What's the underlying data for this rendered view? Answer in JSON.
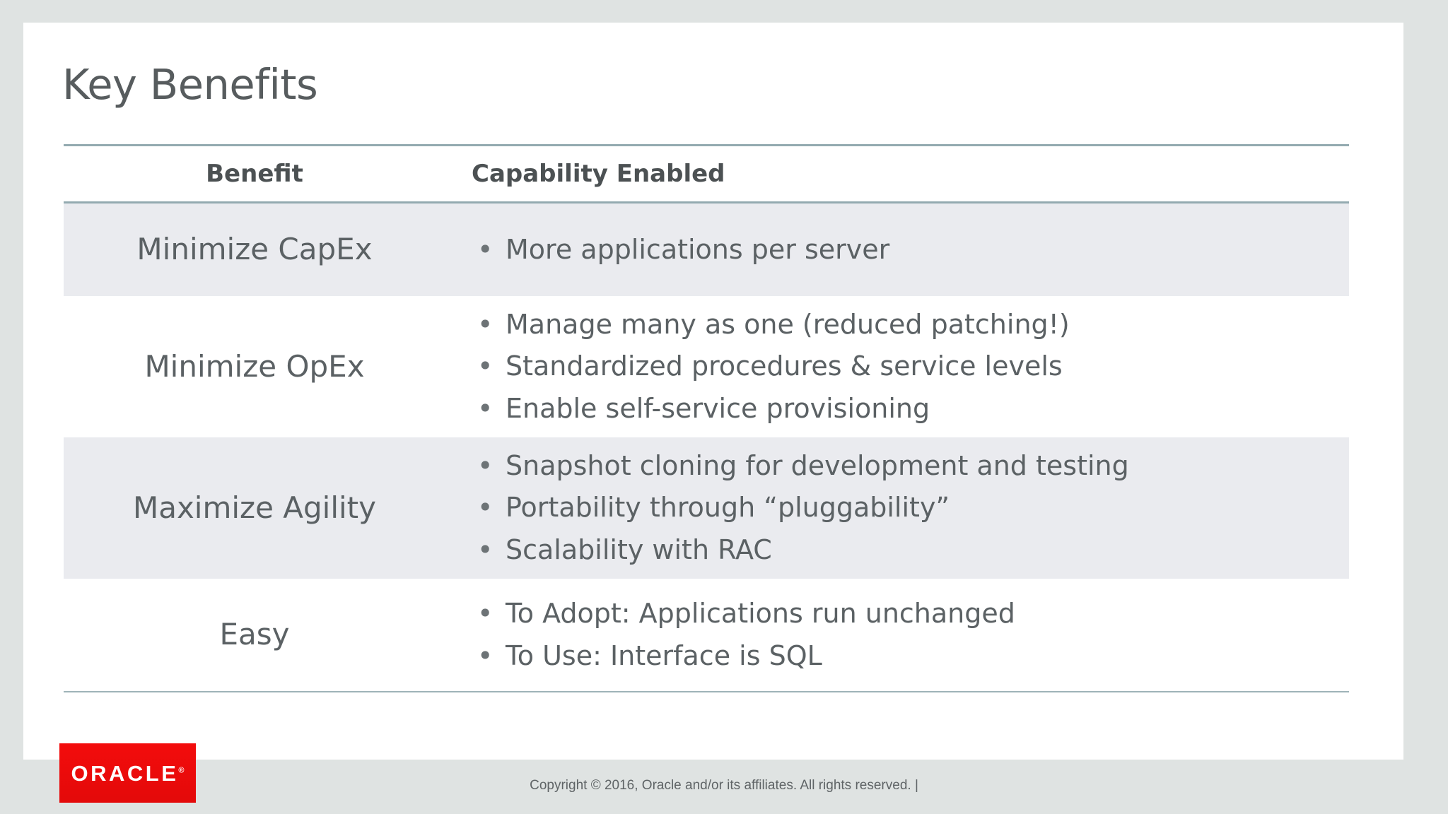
{
  "slide": {
    "title": "Key Benefits",
    "table": {
      "headers": [
        "Benefit",
        "Capability Enabled"
      ],
      "rows": [
        {
          "benefit": "Minimize CapEx",
          "capabilities": [
            "More applications per server"
          ]
        },
        {
          "benefit": "Minimize OpEx",
          "capabilities": [
            "Manage many as one (reduced patching!)",
            "Standardized procedures & service levels",
            "Enable self-service provisioning"
          ]
        },
        {
          "benefit": "Maximize Agility",
          "capabilities": [
            "Snapshot cloning for development and testing",
            "Portability through “pluggability”",
            "Scalability with RAC"
          ]
        },
        {
          "benefit": "Easy",
          "capabilities": [
            "To Adopt: Applications run unchanged",
            "To Use: Interface is SQL"
          ]
        }
      ]
    }
  },
  "footer": {
    "logo_text": "ORACLE",
    "logo_registered": "®",
    "copyright": "Copyright © 2016, Oracle and/or its affiliates. All rights reserved.  |"
  },
  "colors": {
    "page_background": "#dfe3e2",
    "slide_background": "#ffffff",
    "rule": "#93aab0",
    "row_shade": "#eaebef",
    "text": "#5b6164",
    "heading": "#4c5153",
    "oracle_red": "#f00b0b"
  },
  "bullet_glyph": "•"
}
